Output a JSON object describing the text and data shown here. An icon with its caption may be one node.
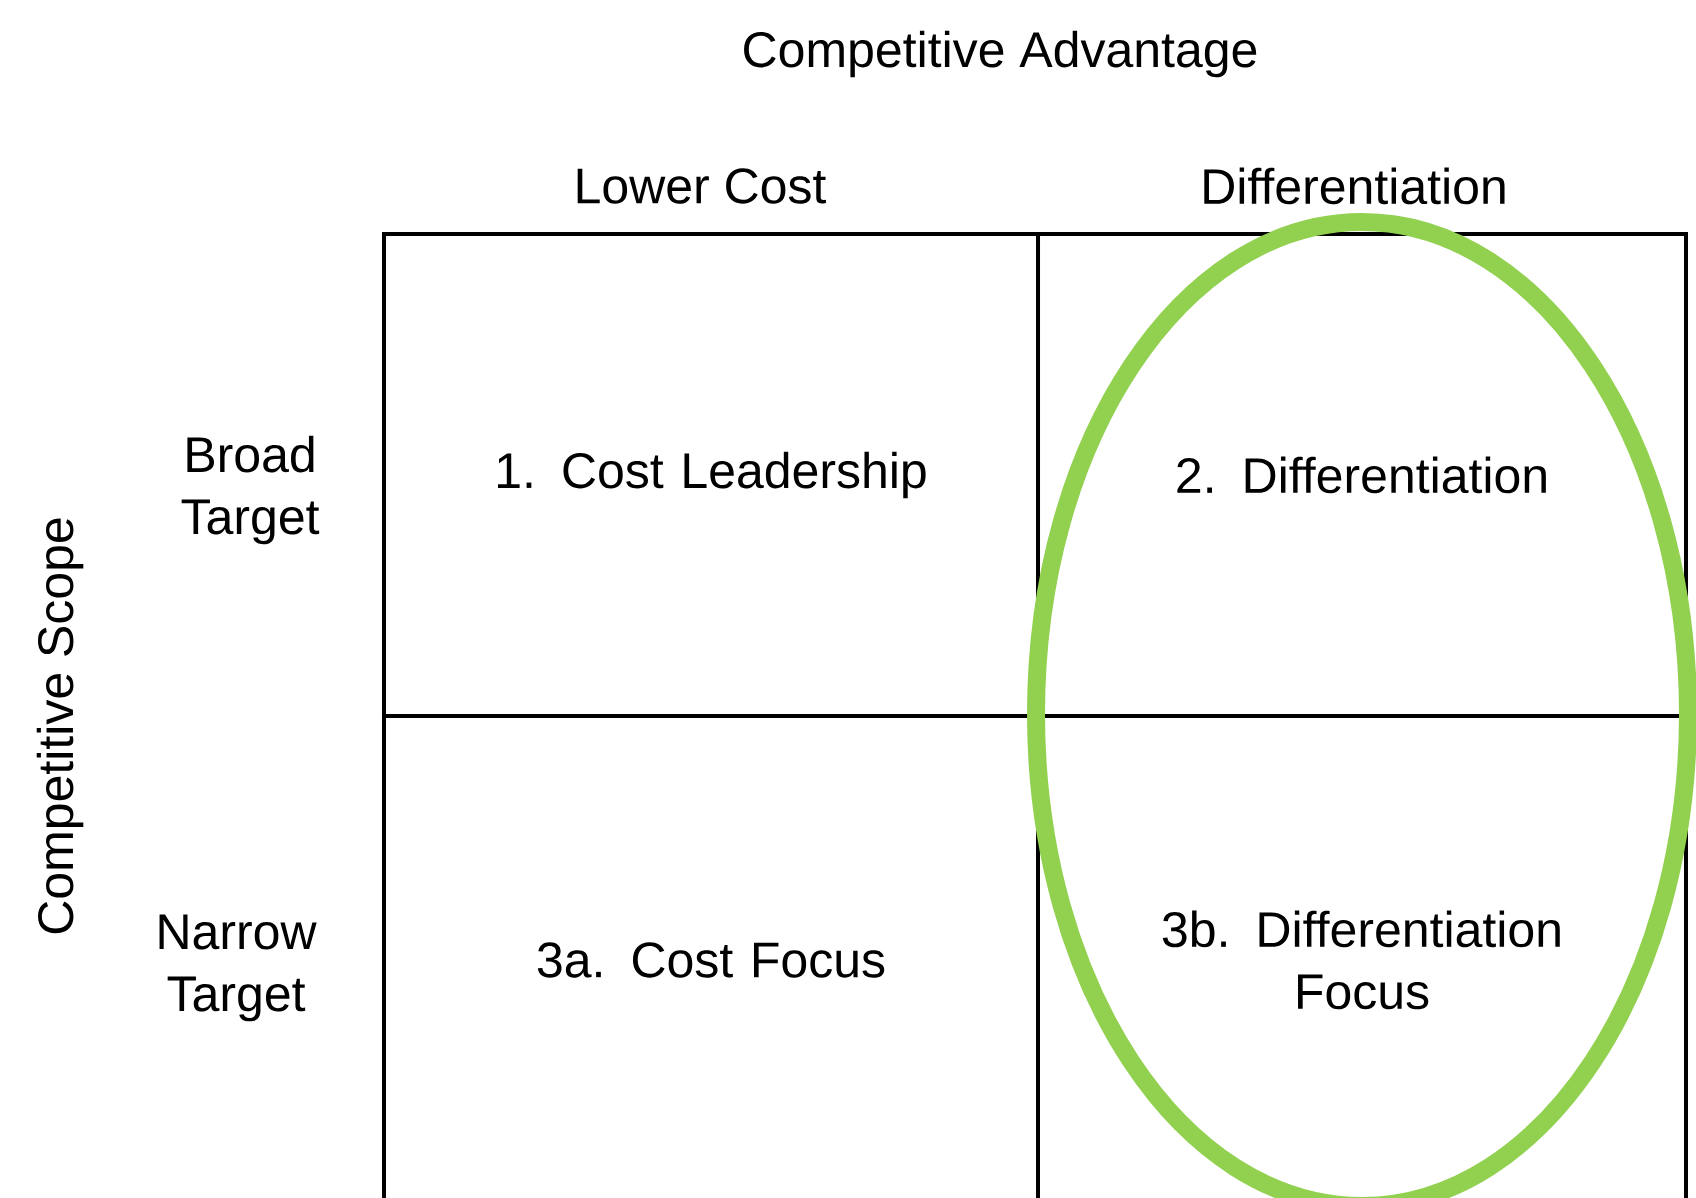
{
  "diagram": {
    "title": "Competitive Advantage",
    "nodes": [
      {
        "text": [
          "1. Cost Leadership"
        ]
      },
      {
        "text": [
          "2. Differentiation"
        ]
      },
      {
        "text": [
          "3a. Cost Focus"
        ]
      },
      {
        "text": [
          "3b. Differentiation Focus"
        ]
      }
    ],
    "edges": [],
    "labels": [
      "Lower Cost",
      "Differentiation",
      "Competitive Scope",
      "Broad Target",
      "Narrow Target"
    ]
  }
}
